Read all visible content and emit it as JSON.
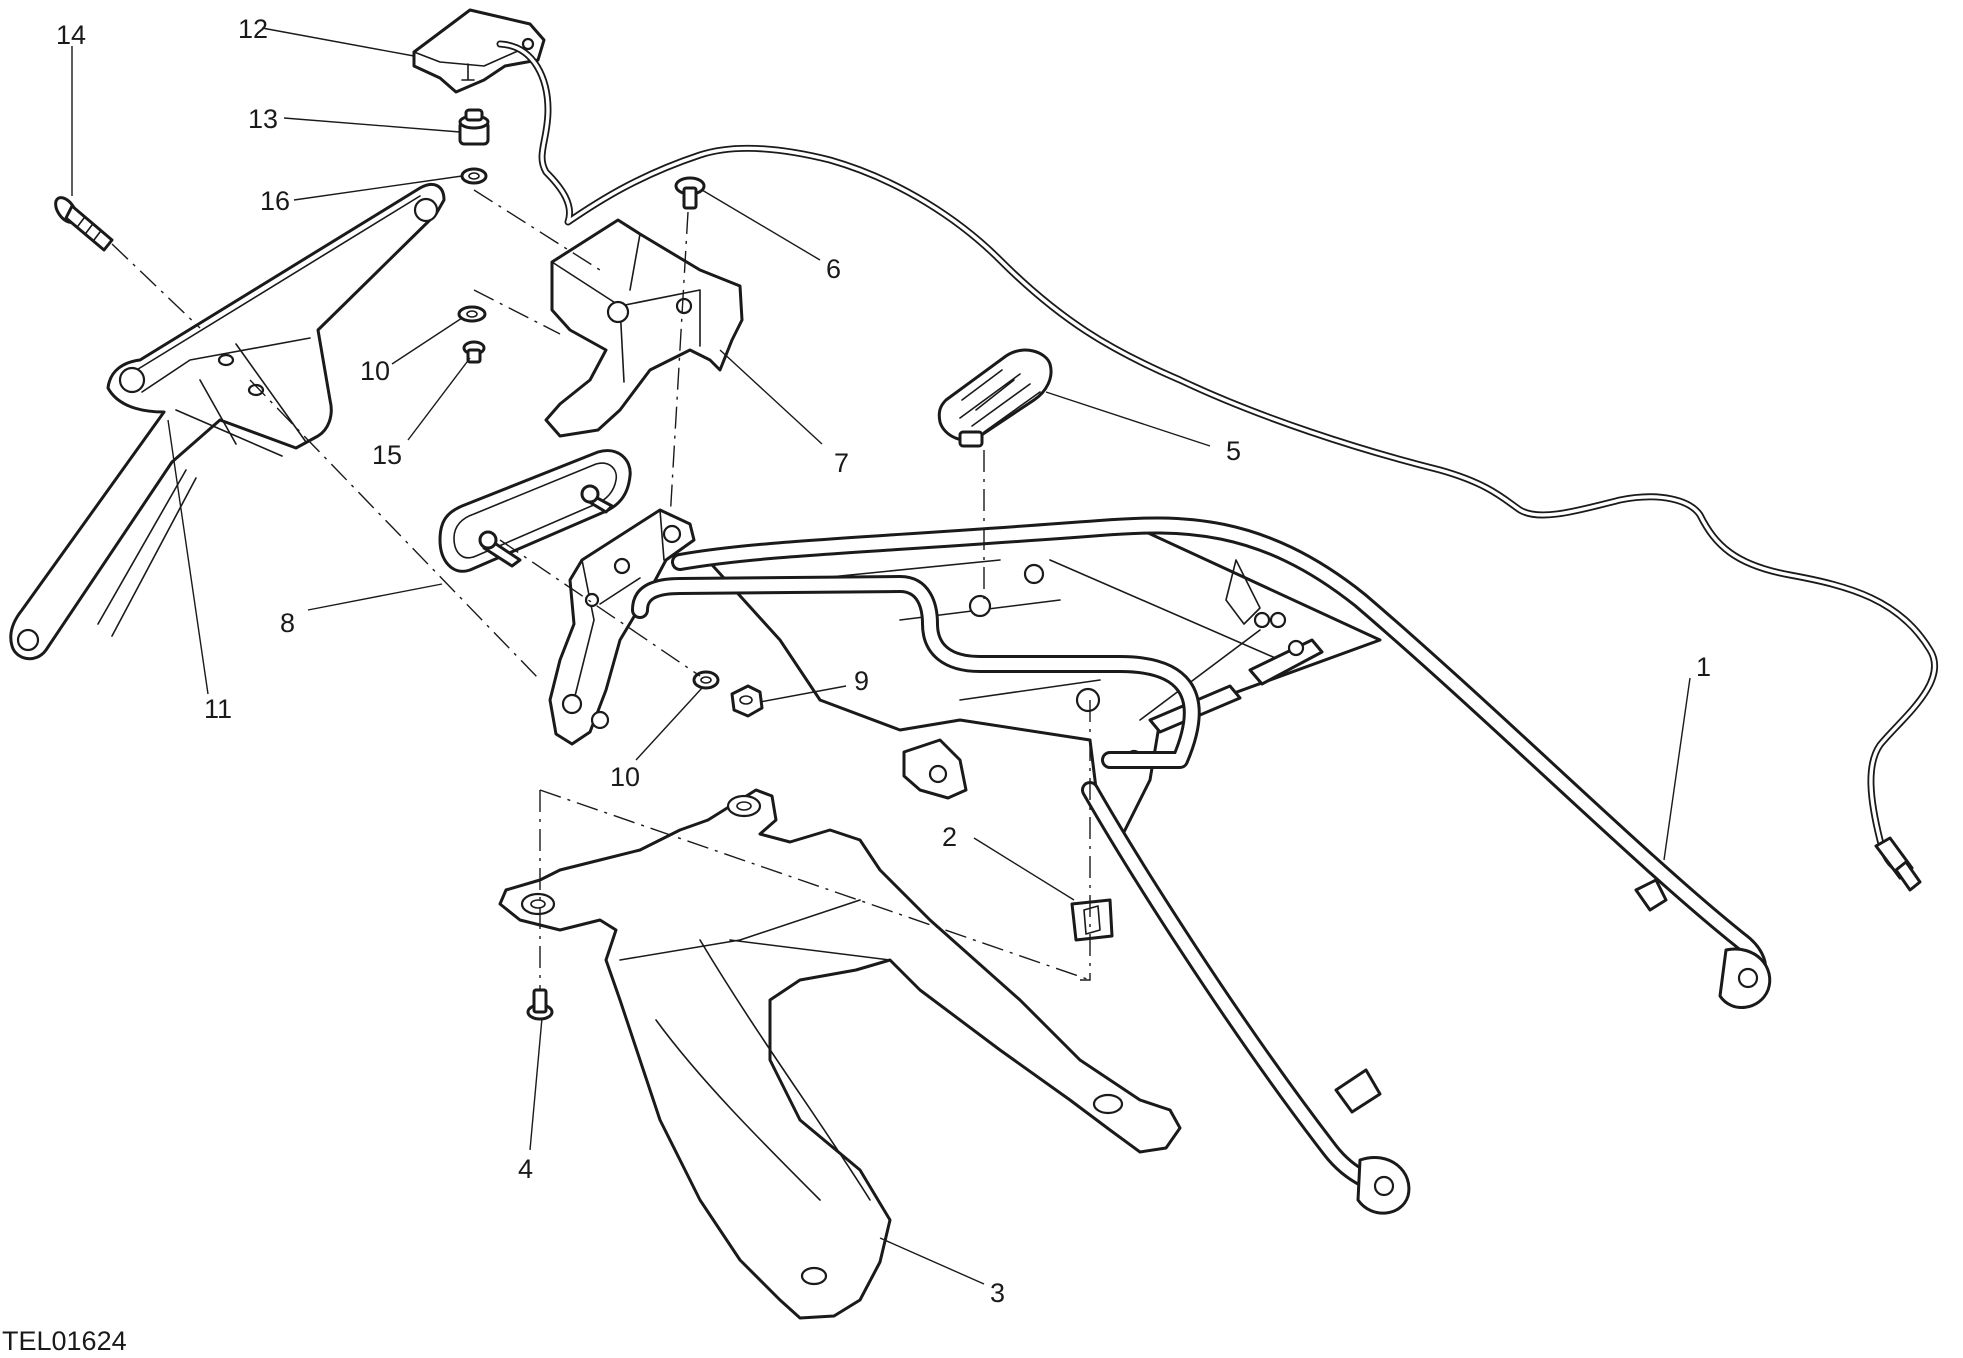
{
  "drawing_ref": "TEL01624",
  "callouts": [
    {
      "id": "1",
      "label": "1"
    },
    {
      "id": "2",
      "label": "2"
    },
    {
      "id": "3",
      "label": "3"
    },
    {
      "id": "4",
      "label": "4"
    },
    {
      "id": "5",
      "label": "5"
    },
    {
      "id": "6",
      "label": "6"
    },
    {
      "id": "7",
      "label": "7"
    },
    {
      "id": "8",
      "label": "8"
    },
    {
      "id": "9",
      "label": "9"
    },
    {
      "id": "10a",
      "label": "10"
    },
    {
      "id": "10b",
      "label": "10"
    },
    {
      "id": "11",
      "label": "11"
    },
    {
      "id": "12",
      "label": "12"
    },
    {
      "id": "13",
      "label": "13"
    },
    {
      "id": "14",
      "label": "14"
    },
    {
      "id": "15",
      "label": "15"
    },
    {
      "id": "16",
      "label": "16"
    }
  ]
}
